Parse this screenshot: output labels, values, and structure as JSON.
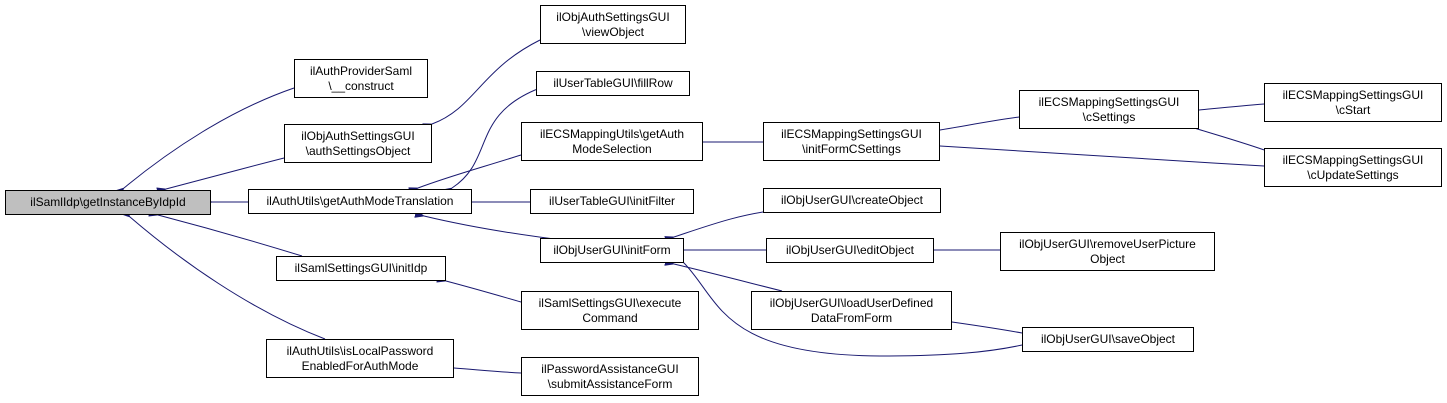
{
  "colors": {
    "edge": "#191970",
    "root_fill": "#bfbfbf",
    "node_fill": "#ffffff",
    "border": "#000000"
  },
  "nodes": {
    "root": {
      "l1": "ilSamlIdp\\getInstanceByIdpId"
    },
    "authprov": {
      "l1": "ilAuthProviderSaml",
      "l2": "\\__construct"
    },
    "objauthso": {
      "l1": "ilObjAuthSettingsGUI",
      "l2": "\\authSettingsObject"
    },
    "authutils_gam": {
      "l1": "ilAuthUtils\\getAuthModeTranslation"
    },
    "samlset_initidp": {
      "l1": "ilSamlSettingsGUI\\initIdp"
    },
    "authutils_islocal": {
      "l1": "ilAuthUtils\\isLocalPassword",
      "l2": "EnabledForAuthMode"
    },
    "objauth_view": {
      "l1": "ilObjAuthSettingsGUI",
      "l2": "\\viewObject"
    },
    "usertable_fillrow": {
      "l1": "ilUserTableGUI\\fillRow"
    },
    "ecsutils": {
      "l1": "ilECSMappingUtils\\getAuth",
      "l2": "ModeSelection"
    },
    "usertable_initfilter": {
      "l1": "ilUserTableGUI\\initFilter"
    },
    "objuser_initform": {
      "l1": "ilObjUserGUI\\initForm"
    },
    "samlset_exec": {
      "l1": "ilSamlSettingsGUI\\execute",
      "l2": "Command"
    },
    "pwassist": {
      "l1": "ilPasswordAssistanceGUI",
      "l2": "\\submitAssistanceForm"
    },
    "ecsmap_initform": {
      "l1": "ilECSMappingSettingsGUI",
      "l2": "\\initFormCSettings"
    },
    "objuser_create": {
      "l1": "ilObjUserGUI\\createObject"
    },
    "objuser_edit": {
      "l1": "ilObjUserGUI\\editObject"
    },
    "objuser_loaduser": {
      "l1": "ilObjUserGUI\\loadUserDefined",
      "l2": "DataFromForm"
    },
    "ecsmap_csettings": {
      "l1": "ilECSMappingSettingsGUI",
      "l2": "\\cSettings"
    },
    "objuser_save": {
      "l1": "ilObjUserGUI\\saveObject"
    },
    "objuser_removepic": {
      "l1": "ilObjUserGUI\\removeUserPicture",
      "l2": "Object"
    },
    "ecsmap_cstart": {
      "l1": "ilECSMappingSettingsGUI",
      "l2": "\\cStart"
    },
    "ecsmap_cupdate": {
      "l1": "ilECSMappingSettingsGUI",
      "l2": "\\cUpdateSettings"
    }
  }
}
